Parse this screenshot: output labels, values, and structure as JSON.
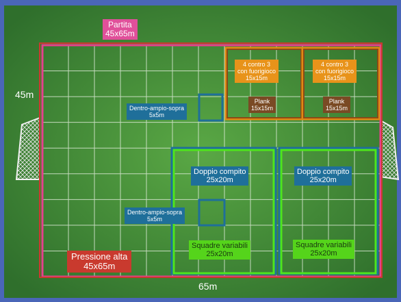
{
  "colors": {
    "frame": "#4a66b8",
    "grass": "#3e8a3a",
    "grid": "#d8e8d0",
    "match_border": "#e6408c",
    "pressure_border": "#c93a2e",
    "orange_border": "#e08a12",
    "brown_border": "#8b4a17",
    "blue_border": "#1f6f9a",
    "green_border": "#4ee61c",
    "label_orange": "#e8931a",
    "label_brown": "#7a4a24",
    "label_blue": "#1f6f9a",
    "label_green": "#55d41b",
    "label_red": "#c93a2e",
    "label_pink": "#e0509a"
  },
  "labels": {
    "partita": {
      "line1": "Partita",
      "line2": "45x65m"
    },
    "width_dim": "45m",
    "length_dim": "65m",
    "pressione": {
      "line1": "Pressione alta",
      "line2": "45x65m"
    },
    "four_v_three_a": {
      "line1": "4 contro 3",
      "line2": "con fuorigioco",
      "line3": "15x15m"
    },
    "four_v_three_b": {
      "line1": "4 contro 3",
      "line2": "con fuorigioco",
      "line3": "15x15m"
    },
    "plank_a": {
      "line1": "Plank",
      "line2": "15x15m"
    },
    "plank_b": {
      "line1": "Plank",
      "line2": "15x15m"
    },
    "dentro_top": {
      "line1": "Dentro-ampio-sopra",
      "line2": "5x5m"
    },
    "dentro_bottom": {
      "line1": "Dentro-ampio-sopra",
      "line2": "5x5m"
    },
    "doppio_a": {
      "line1": "Doppio compito",
      "line2": "25x20m"
    },
    "doppio_b": {
      "line1": "Doppio compito",
      "line2": "25x20m"
    },
    "squadre_a": {
      "line1": "Squadre variabili",
      "line2": "25x20m"
    },
    "squadre_b": {
      "line1": "Squadre variabili",
      "line2": "25x20m"
    }
  }
}
